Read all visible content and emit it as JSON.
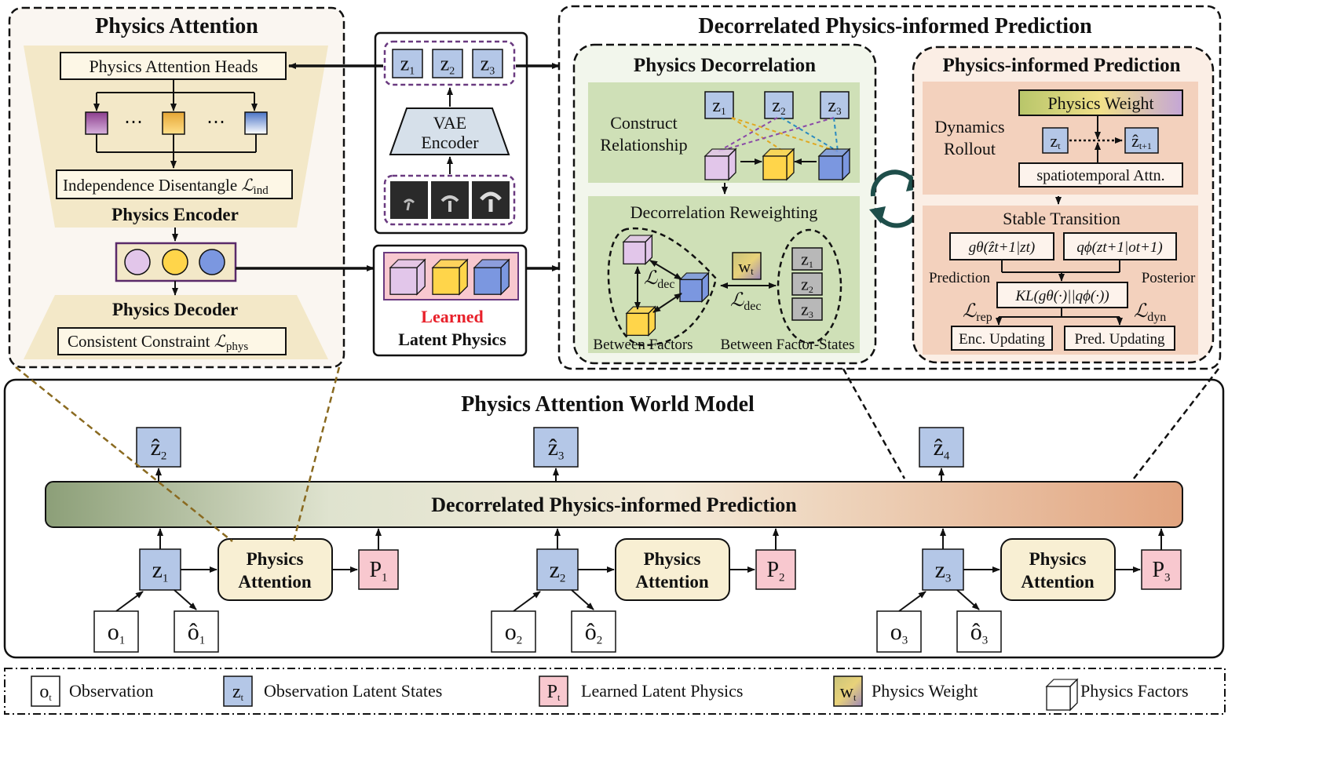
{
  "physics_attention": {
    "title": "Physics Attention",
    "heads": "Physics Attention Heads",
    "dots": "⋯",
    "independence": "Independence Disentangle",
    "encoder": "Physics Encoder",
    "decoder": "Physics Decoder",
    "consistent": "Consistent Constraint",
    "l_ind": "ℒ",
    "l_ind_sub": "ind",
    "l_phys": "ℒ",
    "l_phys_sub": "phys"
  },
  "vae": {
    "latents": [
      {
        "sym": "z",
        "sub": "1"
      },
      {
        "sym": "z",
        "sub": "2"
      },
      {
        "sym": "z",
        "sub": "3"
      }
    ],
    "line1": "VAE",
    "line2": "Encoder"
  },
  "learned": {
    "line1": "Learned",
    "line2": "Latent Physics"
  },
  "dpip": {
    "title": "Decorrelated Physics-informed Prediction",
    "decorrelation": {
      "title": "Physics Decorrelation",
      "construct1": "Construct",
      "construct2": "Relationship",
      "reweighting": "Decorrelation Reweighting",
      "l_dec": "ℒ",
      "l_dec_sub": "dec",
      "w": "w",
      "w_sub": "t",
      "between_factors": "Between Factors",
      "between_states": "Between Factor-States"
    },
    "prediction": {
      "title": "Physics-informed Prediction",
      "weight": "Physics Weight",
      "dyn1": "Dynamics",
      "dyn2": "Rollout",
      "attn": "spatiotemporal  Attn.",
      "stable": "Stable Transition",
      "g": "gθ(ẑt+1|zt)",
      "q": "qϕ(zt+1|ot+1)",
      "pred_label": "Prediction",
      "post_label": "Posterior",
      "kl": "KL(gθ(·)||qϕ(·))",
      "l_rep": "ℒ",
      "l_rep_sub": "rep",
      "l_dyn": "ℒ",
      "l_dyn_sub": "dyn",
      "enc_upd": "Enc. Updating",
      "pred_upd": "Pred. Updating"
    }
  },
  "world_model": {
    "title": "Physics Attention World Model",
    "bar": "Decorrelated Physics-informed Prediction",
    "steps": [
      {
        "z": "z",
        "z_sub": "1",
        "zhat": "ẑ",
        "zhat_sub": "2",
        "o": "o",
        "o_sub": "1",
        "ohat": "ô",
        "ohat_sub": "1",
        "pa1": "Physics",
        "pa2": "Attention",
        "p": "P",
        "p_sub": "1"
      },
      {
        "z": "z",
        "z_sub": "2",
        "zhat": "ẑ",
        "zhat_sub": "3",
        "o": "o",
        "o_sub": "2",
        "ohat": "ô",
        "ohat_sub": "2",
        "pa1": "Physics",
        "pa2": "Attention",
        "p": "P",
        "p_sub": "2"
      },
      {
        "z": "z",
        "z_sub": "3",
        "zhat": "ẑ",
        "zhat_sub": "4",
        "o": "o",
        "o_sub": "3",
        "ohat": "ô",
        "ohat_sub": "3",
        "pa1": "Physics",
        "pa2": "Attention",
        "p": "P",
        "p_sub": "3"
      }
    ]
  },
  "legend": {
    "items": [
      {
        "sym": "o",
        "sub": "t",
        "label": "Observation"
      },
      {
        "sym": "z",
        "sub": "t",
        "label": "Observation Latent States"
      },
      {
        "sym": "P",
        "sub": "t",
        "label": "Learned Latent Physics"
      },
      {
        "sym": "w",
        "sub": "t",
        "label": "Physics Weight"
      },
      {
        "sym": "",
        "sub": "",
        "label": "Physics Factors"
      }
    ]
  },
  "colors": {
    "z_fill": "#b4c7e7",
    "p_fill": "#f8c8cf",
    "pa_fill": "#f8efd3",
    "trap_fill": "#f3e8c8",
    "green_panel": "#cfe0b7",
    "green_bg": "#f2f6ec",
    "peach_panel": "#f3d1bd",
    "peach_bg": "#fbeee5",
    "cube_purple": "#e2c6ea",
    "cube_yellow": "#ffd54a",
    "cube_blue": "#7b97e0",
    "red_text": "#e8202a",
    "bar_left": "#8fa17a",
    "bar_right": "#e0a684"
  }
}
